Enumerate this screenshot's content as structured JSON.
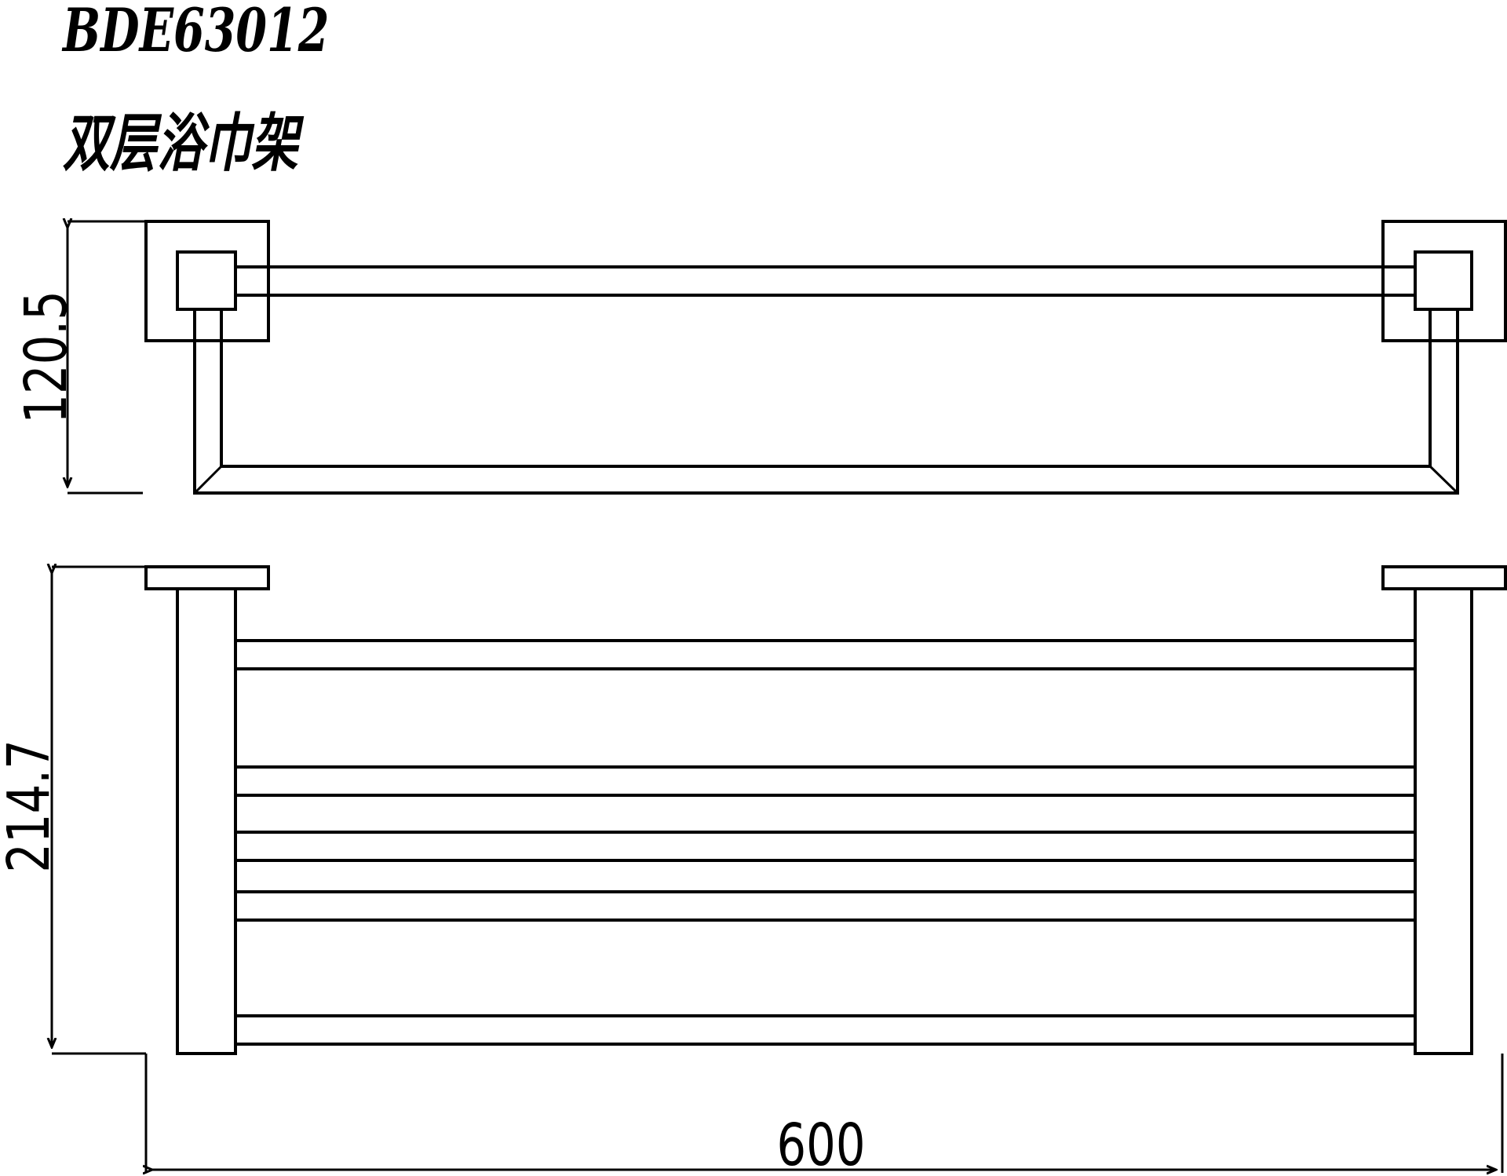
{
  "title": {
    "model": "BDE63012",
    "name": "双层浴巾架"
  },
  "dimensions": {
    "height_top_view": "120.5",
    "height_front_view": "214.7",
    "width": "600"
  },
  "colors": {
    "line": "#000000",
    "background": "#ffffff"
  }
}
